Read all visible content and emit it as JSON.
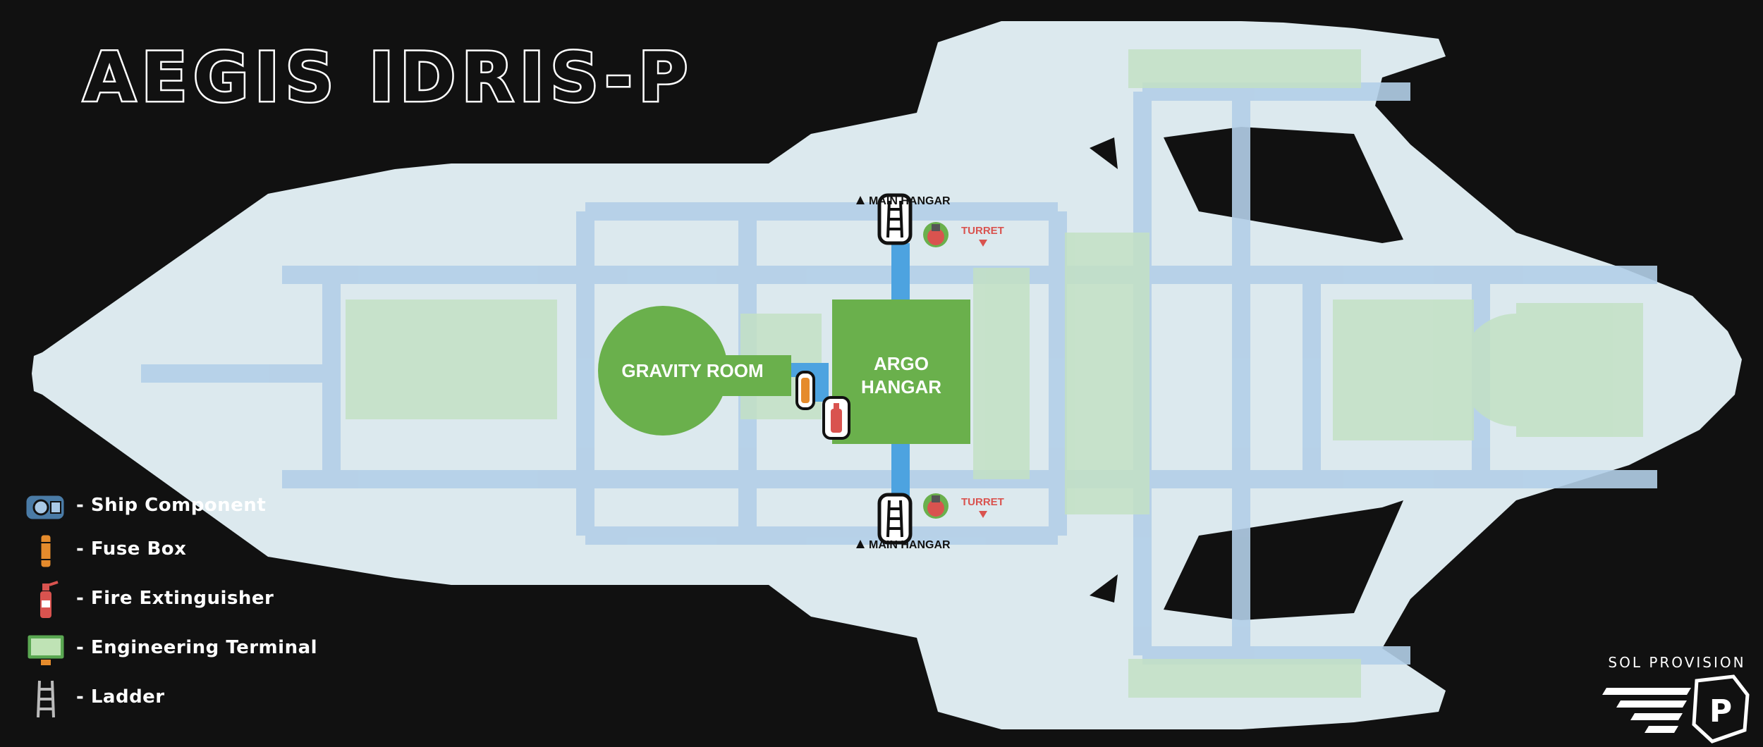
{
  "title": "AEGIS IDRIS-P",
  "rooms": {
    "gravity_room": "GRAVITY ROOM",
    "argo_hangar_line1": "ARGO",
    "argo_hangar_line2": "HANGAR"
  },
  "labels": {
    "main_hangar_top": "MAIN HANGAR",
    "main_hangar_bottom": "MAIN HANGAR",
    "turret_top": "TURRET",
    "turret_bottom": "TURRET"
  },
  "legend": [
    {
      "icon": "ship-component-icon",
      "label": "- Ship Component"
    },
    {
      "icon": "fuse-box-icon",
      "label": "- Fuse Box"
    },
    {
      "icon": "fire-extinguisher-icon",
      "label": "- Fire Extinguisher"
    },
    {
      "icon": "engineering-terminal-icon",
      "label": "- Engineering Terminal"
    },
    {
      "icon": "ladder-icon",
      "label": "- Ladder"
    }
  ],
  "brand": {
    "name": "SOL PROVISION",
    "logo_letter": "P"
  },
  "colors": {
    "background": "#111111",
    "hull": "#dce9ee",
    "corridor": "#b3cfe8",
    "room_green": "#6ab04c",
    "connector_blue": "#4da3e0",
    "turret_red": "#d9534f"
  }
}
